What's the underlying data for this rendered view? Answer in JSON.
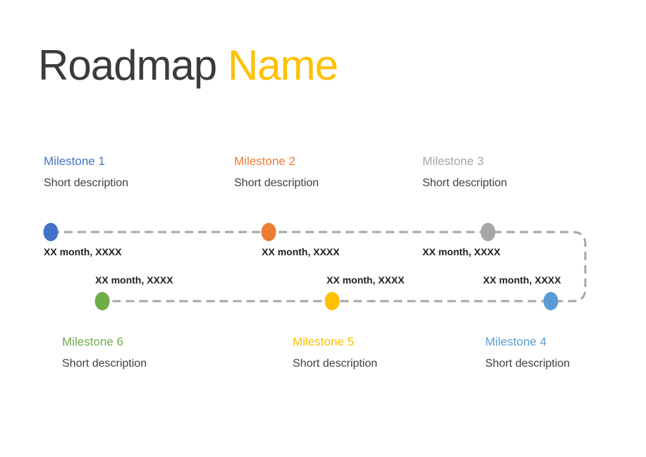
{
  "title": {
    "prefix": "Roadmap ",
    "accent": "Name"
  },
  "milestones": [
    {
      "label": "Milestone 1",
      "description": "Short description",
      "date": "XX month, XXXX",
      "color": "#4472c4",
      "row": "top"
    },
    {
      "label": "Milestone 2",
      "description": "Short description",
      "date": "XX month, XXXX",
      "color": "#ed7d31",
      "row": "top"
    },
    {
      "label": "Milestone 3",
      "description": "Short description",
      "date": "XX month, XXXX",
      "color": "#a6a6a6",
      "row": "top"
    },
    {
      "label": "Milestone 4",
      "description": "Short description",
      "date": "XX month, XXXX",
      "color": "#5b9bd5",
      "row": "bottom"
    },
    {
      "label": "Milestone 5",
      "description": "Short description",
      "date": "XX month, XXXX",
      "color": "#ffc000",
      "row": "bottom"
    },
    {
      "label": "Milestone 6",
      "description": "Short description",
      "date": "XX month, XXXX",
      "color": "#70ad47",
      "row": "bottom"
    }
  ],
  "timeline": {
    "line_color": "#a6a6a6"
  }
}
